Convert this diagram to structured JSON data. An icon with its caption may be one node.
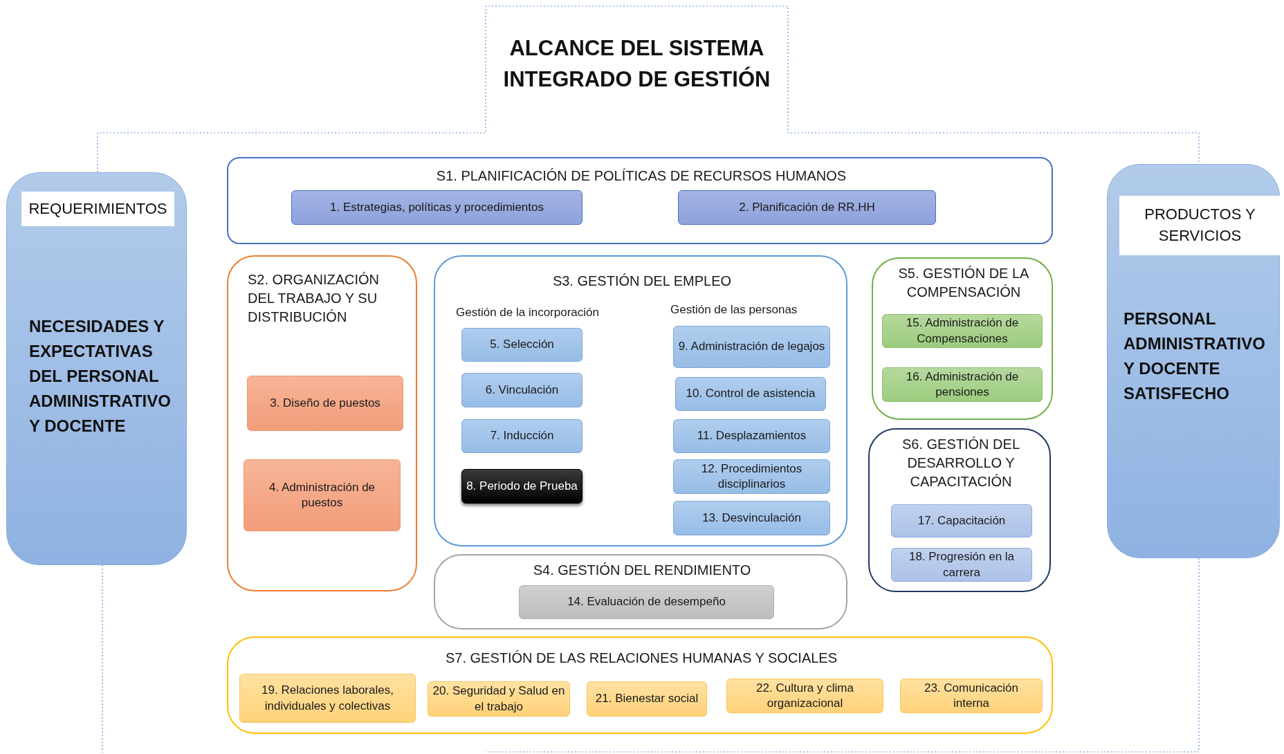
{
  "diagram": {
    "title": "ALCANCE DEL SISTEMA INTEGRADO DE GESTIÓN",
    "nodes": [
      {
        "text": [
          "REQUERIMIENTOS",
          "NECESIDADES Y EXPECTATIVAS DEL PERSONAL ADMINISTRATIVO Y DOCENTE"
        ]
      },
      {
        "text": [
          "S1. PLANIFICACIÓN DE POLÍTICAS DE RECURSOS HUMANOS"
        ]
      },
      {
        "text": [
          "1. Estrategias, políticas y procedimientos"
        ],
        "in": 1
      },
      {
        "text": [
          "2. Planificación de RR.HH"
        ],
        "in": 1
      },
      {
        "text": [
          "S2. ORGANIZACIÓN DEL TRABAJO Y SU DISTRIBUCIÓN"
        ]
      },
      {
        "text": [
          "3. Diseño de puestos"
        ],
        "in": 4
      },
      {
        "text": [
          "4. Administración de puestos"
        ],
        "in": 4
      },
      {
        "text": [
          "S3. GESTIÓN DEL EMPLEO",
          "Gestión de la incorporación",
          "Gestión de las personas"
        ]
      },
      {
        "text": [
          "5. Selección"
        ],
        "in": 7
      },
      {
        "text": [
          "6. Vinculación"
        ],
        "in": 7
      },
      {
        "text": [
          "7. Inducción"
        ],
        "in": 7
      },
      {
        "text": [
          "8. Periodo de Prueba"
        ],
        "in": 7
      },
      {
        "text": [
          "9. Administración de legajos"
        ],
        "in": 7
      },
      {
        "text": [
          "10. Control de asistencia"
        ],
        "in": 7
      },
      {
        "text": [
          "11. Desplazamientos"
        ],
        "in": 7
      },
      {
        "text": [
          "12. Procedimientos disciplinarios"
        ],
        "in": 7
      },
      {
        "text": [
          "13. Desvinculación"
        ],
        "in": 7
      },
      {
        "text": [
          "S4. GESTIÓN DEL RENDIMIENTO"
        ]
      },
      {
        "text": [
          "14. Evaluación de desempeño"
        ],
        "in": 17
      },
      {
        "text": [
          "S5. GESTIÓN DE LA COMPENSACIÓN"
        ]
      },
      {
        "text": [
          "15. Administración de Compensaciones"
        ],
        "in": 19
      },
      {
        "text": [
          "16. Administración de pensiones"
        ],
        "in": 19
      },
      {
        "text": [
          "S6. GESTIÓN DEL DESARROLLO Y CAPACITACIÓN"
        ]
      },
      {
        "text": [
          "17. Capacitación"
        ],
        "in": 22
      },
      {
        "text": [
          "18. Progresión en la carrera"
        ],
        "in": 22
      },
      {
        "text": [
          "S7. GESTIÓN DE LAS RELACIONES HUMANAS Y SOCIALES"
        ]
      },
      {
        "text": [
          "19. Relaciones laborales, individuales y colectivas"
        ],
        "in": 25
      },
      {
        "text": [
          "20. Seguridad y Salud en el trabajo"
        ],
        "in": 25
      },
      {
        "text": [
          "21. Bienestar social"
        ],
        "in": 25
      },
      {
        "text": [
          "22. Cultura y clima organizacional"
        ],
        "in": 25
      },
      {
        "text": [
          "23. Comunicación interna"
        ],
        "in": 25
      },
      {
        "text": [
          "PRODUCTOS Y SERVICIOS",
          "PERSONAL ADMINISTRATIVO Y DOCENTE SATISFECHO"
        ]
      }
    ]
  }
}
